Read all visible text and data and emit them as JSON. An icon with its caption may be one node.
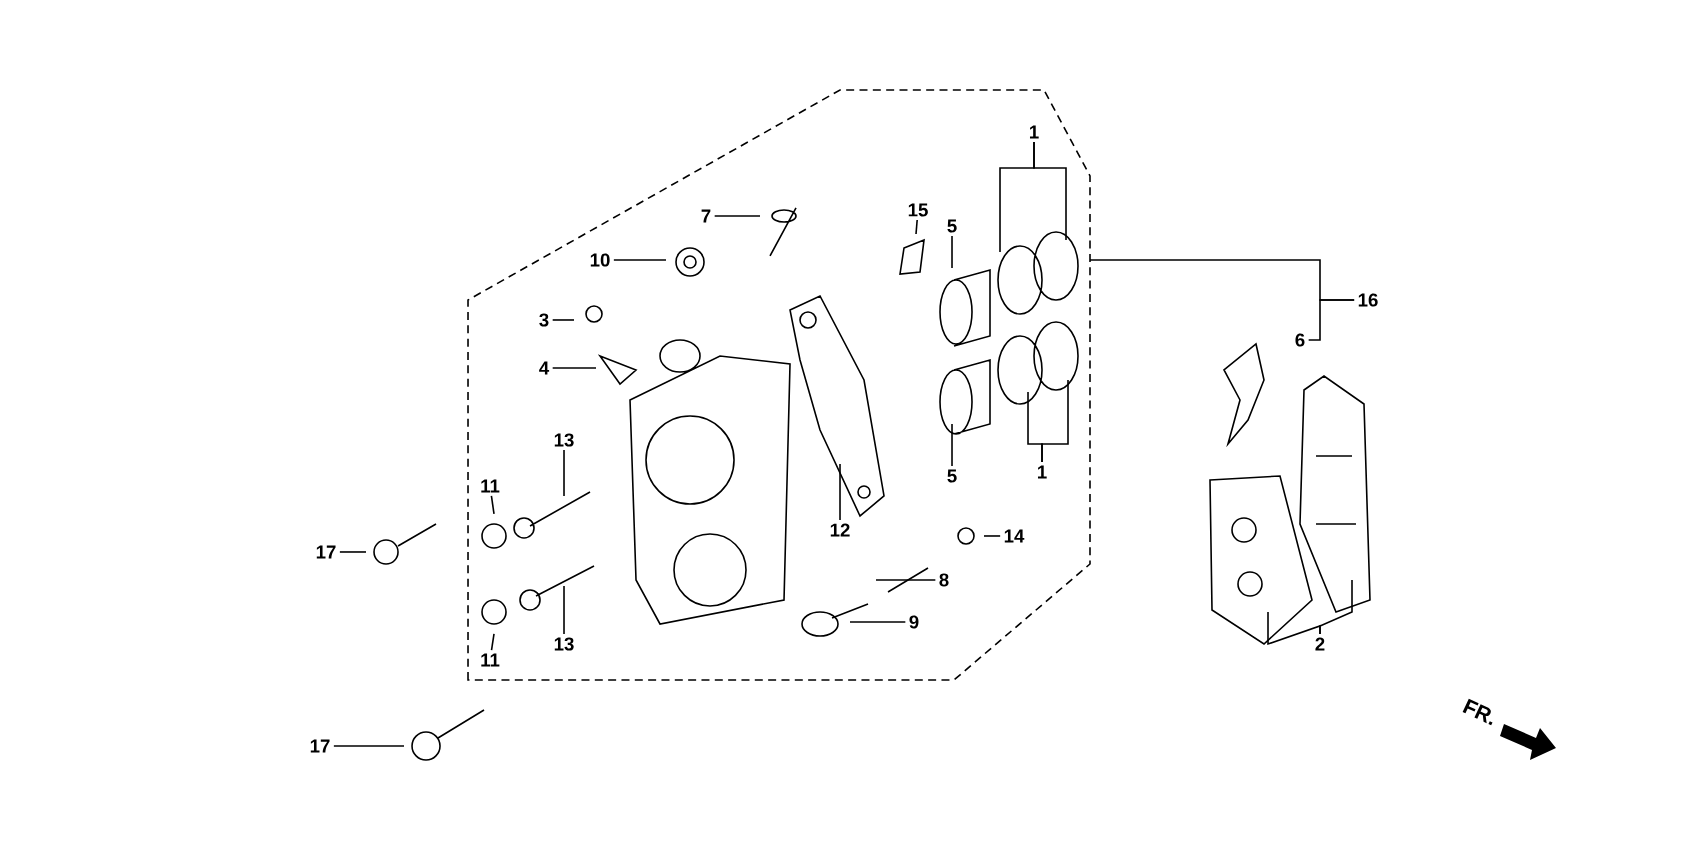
{
  "diagram": {
    "nodes": [
      {
        "text": [
          "1"
        ]
      },
      {
        "text": [
          "1"
        ]
      },
      {
        "text": [
          "2"
        ]
      },
      {
        "text": [
          "3"
        ]
      },
      {
        "text": [
          "4"
        ]
      },
      {
        "text": [
          "5"
        ]
      },
      {
        "text": [
          "5"
        ]
      },
      {
        "text": [
          "6"
        ]
      },
      {
        "text": [
          "7"
        ]
      },
      {
        "text": [
          "8"
        ]
      },
      {
        "text": [
          "9"
        ]
      },
      {
        "text": [
          "10"
        ]
      },
      {
        "text": [
          "11"
        ]
      },
      {
        "text": [
          "11"
        ]
      },
      {
        "text": [
          "12"
        ]
      },
      {
        "text": [
          "13"
        ]
      },
      {
        "text": [
          "13"
        ]
      },
      {
        "text": [
          "14"
        ]
      },
      {
        "text": [
          "15"
        ]
      },
      {
        "text": [
          "16"
        ]
      },
      {
        "text": [
          "17"
        ]
      },
      {
        "text": [
          "17"
        ]
      }
    ],
    "edges": [
      {
        "from": 0,
        "to": null,
        "arrow": "none"
      },
      {
        "from": 0,
        "to": null,
        "arrow": "none"
      },
      {
        "from": 1,
        "to": null,
        "arrow": "none"
      },
      {
        "from": 1,
        "to": null,
        "arrow": "none"
      },
      {
        "from": 2,
        "to": null,
        "arrow": "none"
      },
      {
        "from": 2,
        "to": null,
        "arrow": "none"
      },
      {
        "from": 3,
        "to": null,
        "arrow": "none"
      },
      {
        "from": 4,
        "to": null,
        "arrow": "none"
      },
      {
        "from": 5,
        "to": null,
        "arrow": "none"
      },
      {
        "from": 6,
        "to": null,
        "arrow": "none"
      },
      {
        "from": 8,
        "to": null,
        "arrow": "none"
      },
      {
        "from": 9,
        "to": null,
        "arrow": "none"
      },
      {
        "from": 10,
        "to": null,
        "arrow": "none"
      },
      {
        "from": 11,
        "to": null,
        "arrow": "none"
      },
      {
        "from": 12,
        "to": null,
        "arrow": "none"
      },
      {
        "from": 13,
        "to": null,
        "arrow": "none"
      },
      {
        "from": 14,
        "to": null,
        "arrow": "none"
      },
      {
        "from": 15,
        "to": null,
        "arrow": "none"
      },
      {
        "from": 16,
        "to": null,
        "arrow": "none"
      },
      {
        "from": 17,
        "to": null,
        "arrow": "none"
      },
      {
        "from": 18,
        "to": null,
        "arrow": "none"
      },
      {
        "from": 19,
        "to": 7,
        "arrow": "none"
      },
      {
        "from": 19,
        "to": null,
        "arrow": "none"
      },
      {
        "from": 20,
        "to": null,
        "arrow": "none"
      },
      {
        "from": 21,
        "to": null,
        "arrow": "none"
      }
    ],
    "labels": [
      "FR."
    ]
  }
}
